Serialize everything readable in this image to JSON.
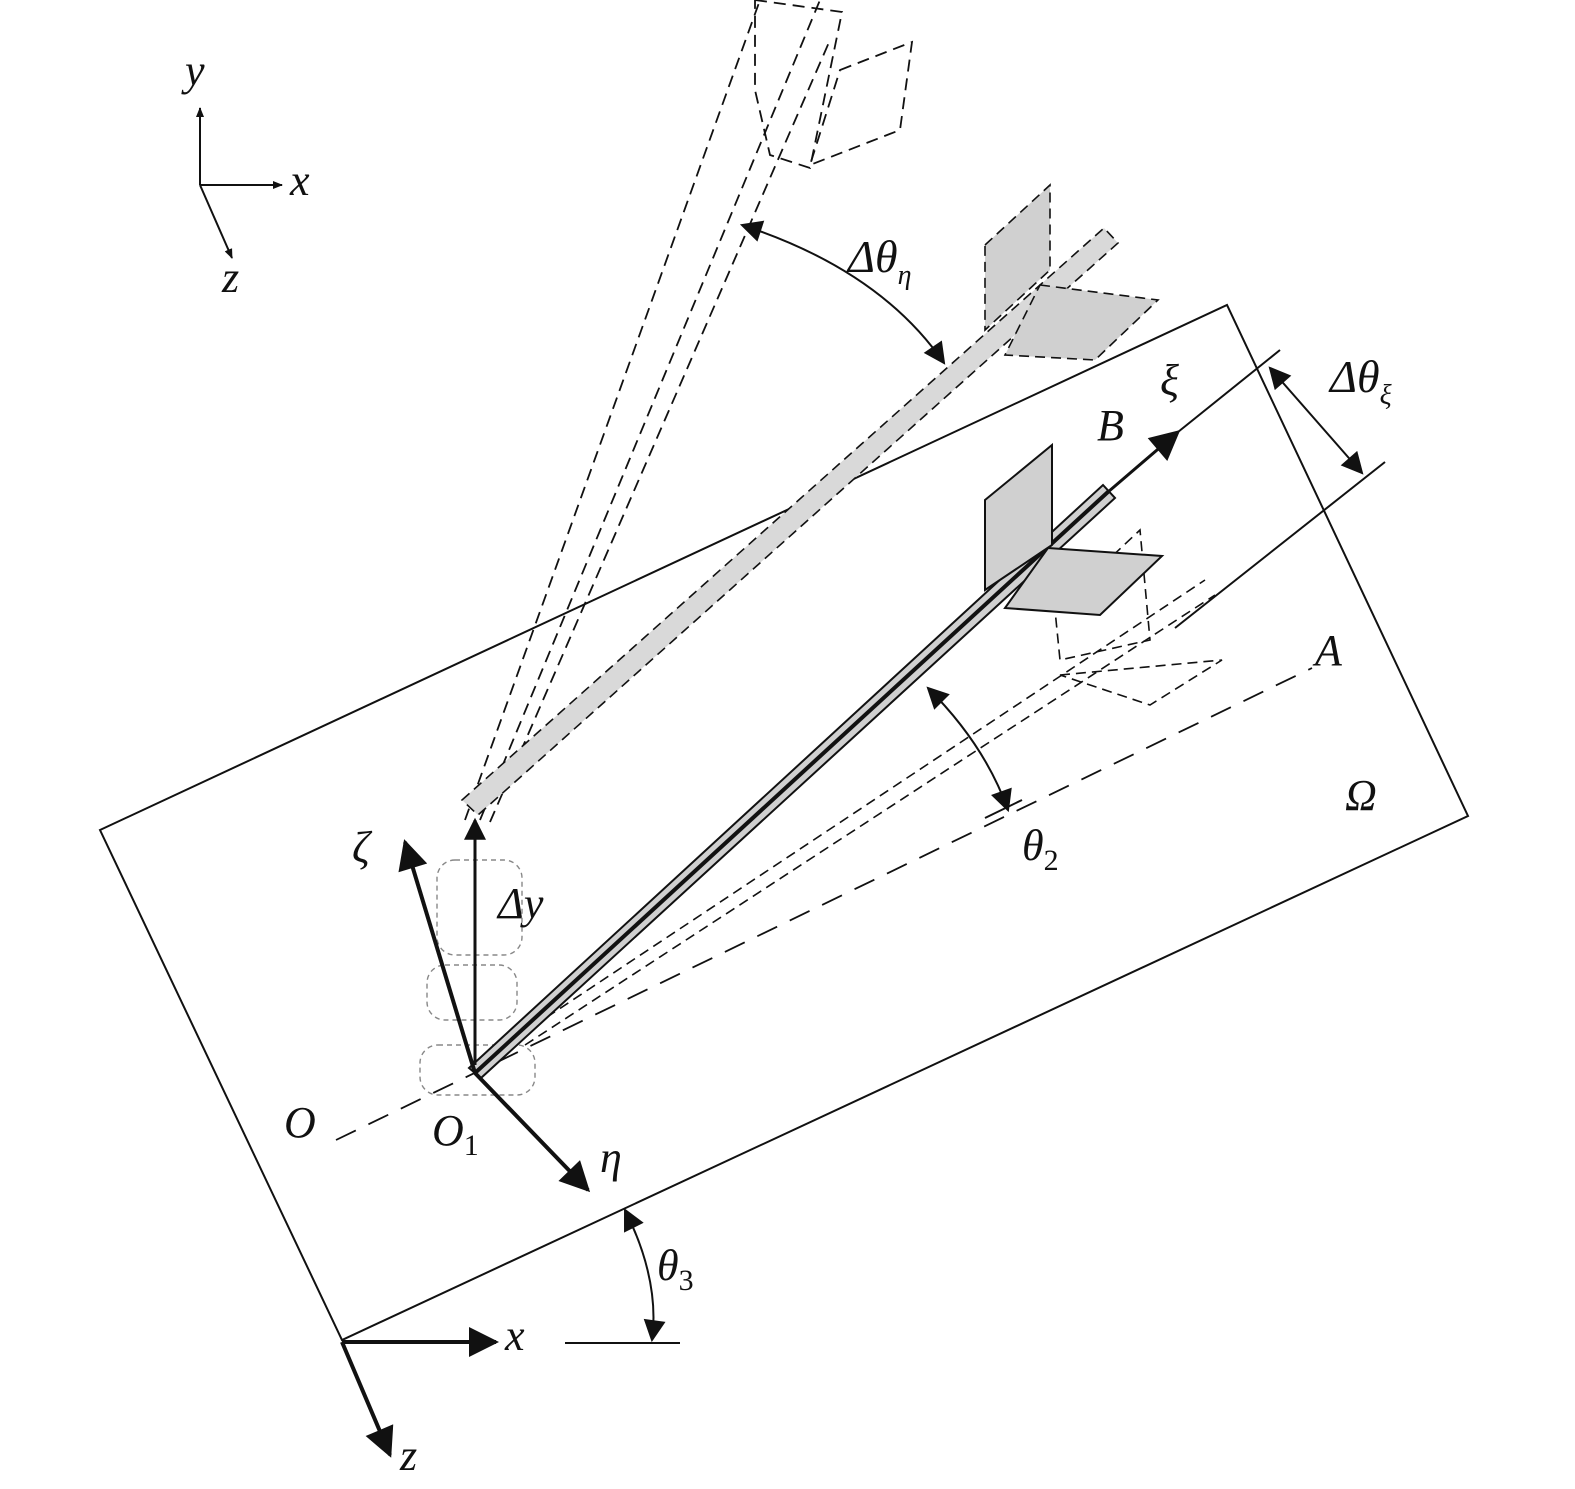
{
  "labels": {
    "top_axis_y": "y",
    "top_axis_x": "x",
    "top_axis_z": "z",
    "delta_theta_eta_base": "Δθ",
    "delta_theta_eta_sub": "η",
    "delta_theta_xi_base": "Δθ",
    "delta_theta_xi_sub": "ξ",
    "xi": "ξ",
    "point_b": "B",
    "point_a": "A",
    "omega": "Ω",
    "theta2_base": "θ",
    "theta2_sub": "2",
    "zeta": "ζ",
    "delta_y": "Δy",
    "point_o": "O",
    "point_o1_base": "O",
    "point_o1_sub": "1",
    "eta": "η",
    "theta3_base": "θ",
    "theta3_sub": "3",
    "bottom_axis_x": "x",
    "bottom_axis_z": "z"
  },
  "colors": {
    "line": "#111111",
    "fin_fill": "#d0d0d0",
    "ghost_fill": "#d9d9d9"
  }
}
